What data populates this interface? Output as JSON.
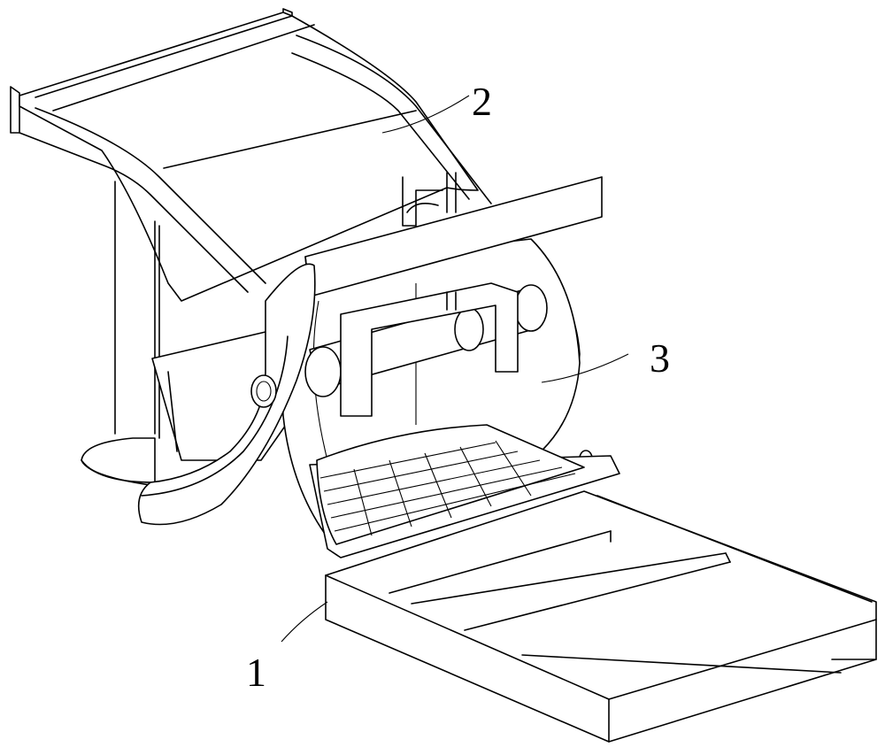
{
  "labels": {
    "part_1": "1",
    "part_2": "2",
    "part_3": "3"
  }
}
